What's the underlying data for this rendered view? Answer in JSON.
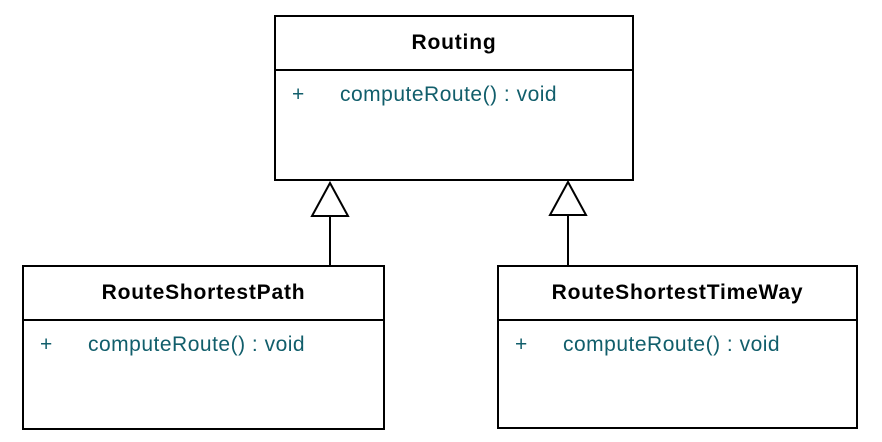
{
  "diagram": {
    "kind": "uml-class-diagram",
    "background_color": "#ffffff",
    "border_color": "#000000",
    "title_color": "#000000",
    "method_color": "#115e6b",
    "classes": [
      {
        "name": "Routing",
        "methods": [
          {
            "visibility": "+",
            "signature": "computeRoute() : void"
          }
        ]
      },
      {
        "name": "RouteShortestPath",
        "methods": [
          {
            "visibility": "+",
            "signature": "computeRoute() : void"
          }
        ]
      },
      {
        "name": "RouteShortestTimeWay",
        "methods": [
          {
            "visibility": "+",
            "signature": "computeRoute() : void"
          }
        ]
      }
    ],
    "relationships": [
      {
        "type": "generalization",
        "from": "RouteShortestPath",
        "to": "Routing"
      },
      {
        "type": "generalization",
        "from": "RouteShortestTimeWay",
        "to": "Routing"
      }
    ]
  }
}
